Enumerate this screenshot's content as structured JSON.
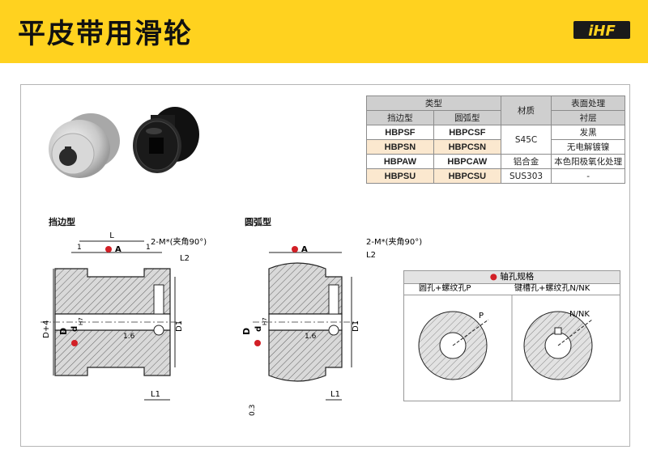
{
  "header": {
    "title": "平皮带用滑轮",
    "logo_text": "iHF",
    "accent_color": "#ffd21f"
  },
  "photos": {
    "left": "aluminum-pulley-photo",
    "right": "black-pulley-photo"
  },
  "spec_table": {
    "h_type": "类型",
    "h_flange": "挡边型",
    "h_arc": "圆弧型",
    "h_material": "材质",
    "h_surface": "表面处理",
    "h_coating": "衬层",
    "rows": [
      {
        "flange": "HBPSF",
        "arc": "HBPCSF",
        "material": "S45C",
        "surface": "发黑"
      },
      {
        "flange": "HBPSN",
        "arc": "HBPCSN",
        "material": "",
        "surface": "无电解镀镍"
      },
      {
        "flange": "HBPAW",
        "arc": "HBPCAW",
        "material": "铝合金",
        "surface": "本色阳极氧化处理"
      },
      {
        "flange": "HBPSU",
        "arc": "HBPCSU",
        "material": "SUS303",
        "surface": "-"
      }
    ]
  },
  "drawing_left": {
    "title": "挡边型",
    "dim_L": "L",
    "dim_1a": "1",
    "dim_1b": "1",
    "dim_A": "A",
    "tap": "2-M*(夹角90°)",
    "dim_L2": "L2",
    "dim_D4": "D+4",
    "dim_D": "D",
    "dim_d": "d",
    "fit": "H7",
    "rough": "1.6",
    "dim_D1": "D1",
    "dim_L1": "L1"
  },
  "drawing_right": {
    "title": "圆弧型",
    "dim_A": "A",
    "tap": "2-M*(夹角90°)",
    "dim_L2": "L2",
    "dim_D": "D",
    "dim_d": "d",
    "fit": "H7",
    "rough": "1.6",
    "dim_D1": "D1",
    "dim_L1": "L1",
    "dim_03": "0.3"
  },
  "bore_spec": {
    "title": "轴孔规格",
    "col_round": "圆孔+螺纹孔P",
    "col_key": "键槽孔+螺纹孔N/NK",
    "p_label": "P",
    "nnk_label": "N/NK"
  }
}
